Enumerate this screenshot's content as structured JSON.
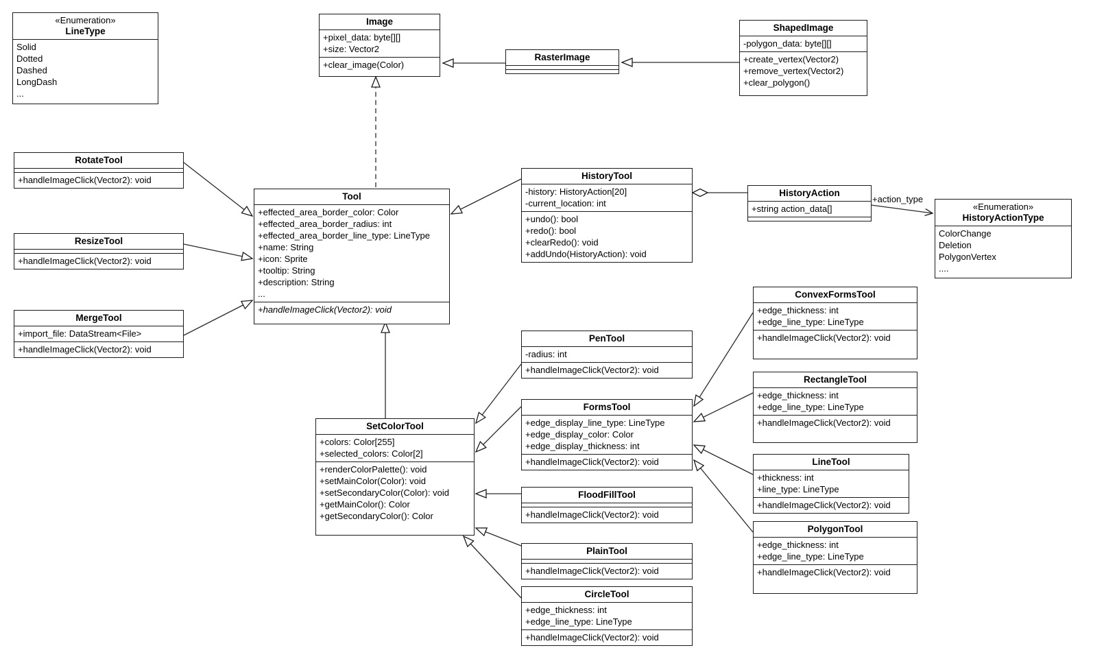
{
  "classes": {
    "linetype": {
      "stereotype": "«Enumeration»",
      "name": "LineType",
      "values": [
        "Solid",
        "Dotted",
        "Dashed",
        "LongDash",
        "..."
      ]
    },
    "image": {
      "name": "Image",
      "attributes": [
        "+pixel_data: byte[][]",
        "+size: Vector2"
      ],
      "methods": [
        "+clear_image(Color)"
      ]
    },
    "rasterimage": {
      "name": "RasterImage",
      "attributes": [],
      "methods": []
    },
    "shapedimage": {
      "name": "ShapedImage",
      "attributes": [
        "-polygon_data: byte[][]"
      ],
      "methods": [
        "+create_vertex(Vector2)",
        "+remove_vertex(Vector2)",
        "+clear_polygon()"
      ]
    },
    "rotatetool": {
      "name": "RotateTool",
      "attributes": [],
      "methods": [
        "+handleImageClick(Vector2): void"
      ]
    },
    "resizetool": {
      "name": "ResizeTool",
      "attributes": [],
      "methods": [
        "+handleImageClick(Vector2): void"
      ]
    },
    "mergetool": {
      "name": "MergeTool",
      "attributes": [
        "+import_file: DataStream<File>"
      ],
      "methods": [
        "+handleImageClick(Vector2): void"
      ]
    },
    "tool": {
      "name": "Tool",
      "attributes": [
        "+effected_area_border_color: Color",
        "+effected_area_border_radius: int",
        "+effected_area_border_line_type: LineType",
        "+name: String",
        "+icon: Sprite",
        "+tooltip: String",
        "+description: String",
        "..."
      ],
      "methods": [
        "+handleImageClick(Vector2): void"
      ]
    },
    "historytool": {
      "name": "HistoryTool",
      "attributes": [
        "-history: HistoryAction[20]",
        "-current_location: int"
      ],
      "methods": [
        "+undo(): bool",
        "+redo(): bool",
        "+clearRedo(): void",
        "+addUndo(HistoryAction): void"
      ]
    },
    "historyaction": {
      "name": "HistoryAction",
      "attributes": [
        "+string action_data[]"
      ],
      "methods": []
    },
    "historyactiontype": {
      "stereotype": "«Enumeration»",
      "name": "HistoryActionType",
      "values": [
        "ColorChange",
        "Deletion",
        "PolygonVertex",
        "...."
      ]
    },
    "setcolortool": {
      "name": "SetColorTool",
      "attributes": [
        "+colors: Color[255]",
        "+selected_colors: Color[2]"
      ],
      "methods": [
        "+renderColorPalette(): void",
        "+setMainColor(Color): void",
        "+setSecondaryColor(Color): void",
        "+getMainColor(): Color",
        "+getSecondaryColor(): Color"
      ]
    },
    "pentool": {
      "name": "PenTool",
      "attributes": [
        "-radius: int"
      ],
      "methods": [
        "+handleImageClick(Vector2): void"
      ]
    },
    "formstool": {
      "name": "FormsTool",
      "attributes": [
        "+edge_display_line_type: LineType",
        "+edge_display_color: Color",
        "+edge_display_thickness: int"
      ],
      "methods": [
        "+handleImageClick(Vector2): void"
      ]
    },
    "floodfilltool": {
      "name": "FloodFillTool",
      "attributes": [],
      "methods": [
        "+handleImageClick(Vector2): void"
      ]
    },
    "plaintool": {
      "name": "PlainTool",
      "attributes": [],
      "methods": [
        "+handleImageClick(Vector2): void"
      ]
    },
    "circletool": {
      "name": "CircleTool",
      "attributes": [
        "+edge_thickness: int",
        "+edge_line_type: LineType"
      ],
      "methods": [
        "+handleImageClick(Vector2): void"
      ]
    },
    "convexformstool": {
      "name": "ConvexFormsTool",
      "attributes": [
        "+edge_thickness: int",
        "+edge_line_type: LineType"
      ],
      "methods": [
        "+handleImageClick(Vector2): void"
      ]
    },
    "rectangletool": {
      "name": "RectangleTool",
      "attributes": [
        "+edge_thickness: int",
        "+edge_line_type: LineType"
      ],
      "methods": [
        "+handleImageClick(Vector2): void"
      ]
    },
    "linetool": {
      "name": "LineTool",
      "attributes": [
        "+thickness: int",
        "+line_type: LineType"
      ],
      "methods": [
        "+handleImageClick(Vector2): void"
      ]
    },
    "polygontool": {
      "name": "PolygonTool",
      "attributes": [
        "+edge_thickness: int",
        "+edge_line_type: LineType"
      ],
      "methods": [
        "+handleImageClick(Vector2): void"
      ]
    }
  },
  "relations": {
    "historyaction_to_type_label": "+action_type"
  }
}
